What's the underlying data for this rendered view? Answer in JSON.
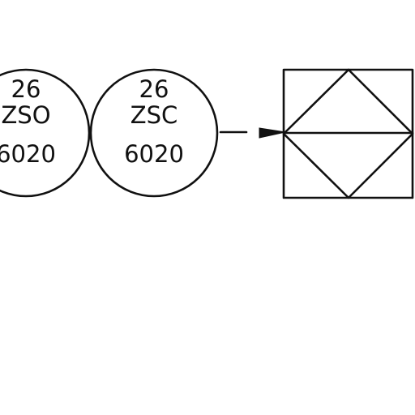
{
  "diagram": {
    "instruments": [
      {
        "id": "zso",
        "lines": [
          "26",
          "ZSO",
          "6020"
        ]
      },
      {
        "id": "zsc",
        "lines": [
          "26",
          "ZSC",
          "6020"
        ]
      }
    ],
    "valve_symbol": "valve-body-symbol",
    "colors": {
      "line": "#111111",
      "background": "#ffffff"
    }
  }
}
